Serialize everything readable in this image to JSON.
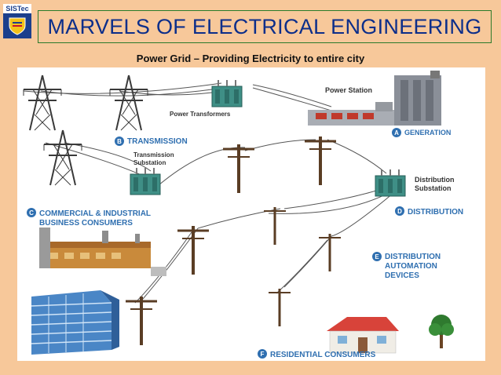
{
  "header": {
    "logo_text": "SISTec",
    "title": "MARVELS OF ELECTRICAL ENGINEERING",
    "subtitle": "Power Grid – Providing Electricity to entire city"
  },
  "labels": {
    "power_station": "Power Station",
    "power_transformers": "Power Transformers",
    "transmission_substation_l1": "Transmission",
    "transmission_substation_l2": "Substation",
    "distribution_substation_l1": "Distribution",
    "distribution_substation_l2": "Substation",
    "commercial_l1": "COMMERCIAL & INDUSTRIAL",
    "commercial_l2": "BUSINESS CONSUMERS",
    "automation_l1": "DISTRIBUTION",
    "automation_l2": "AUTOMATION",
    "automation_l3": "DEVICES"
  },
  "stages": [
    {
      "letter": "A",
      "label": "GENERATION"
    },
    {
      "letter": "B",
      "label": "TRANSMISSION"
    },
    {
      "letter": "C",
      "label": ""
    },
    {
      "letter": "D",
      "label": "DISTRIBUTION"
    },
    {
      "letter": "E",
      "label": ""
    },
    {
      "letter": "F",
      "label": "RESIDENTIAL CONSUMERS"
    }
  ],
  "colors": {
    "background": "#f7c89a",
    "title_text": "#0c2e8a",
    "title_border": "#2a7a2a",
    "stage_label": "#2f6fb0",
    "badge": "#2f6fb0",
    "pole": "#5a3d24",
    "tower": "#3a3a3a"
  }
}
